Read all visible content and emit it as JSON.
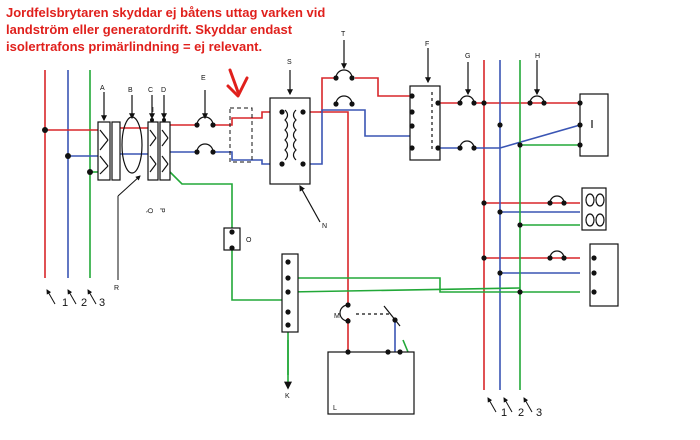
{
  "note": {
    "line1": "Jordfelsbrytaren skyddar ej båtens uttag varken vid",
    "line2": "landström eller generatordrift. Skyddar endast",
    "line3": "isolertrafons primärlindning = ej relevant."
  },
  "labels": {
    "A": "A",
    "B": "B",
    "C": "C",
    "D": "D",
    "E": "E",
    "F": "F",
    "G": "G",
    "H": "H",
    "I": "I",
    "K": "K",
    "L": "L",
    "M": "M",
    "N": "N",
    "O": "O",
    "P": "P",
    "Q": "Q",
    "R": "R",
    "S": "S",
    "T": "T"
  },
  "inputs_left": [
    "1",
    "2",
    "3"
  ],
  "inputs_right": [
    "1",
    "2",
    "3"
  ],
  "colors": {
    "phase": "#d8262a",
    "neutral": "#3a55b4",
    "earth": "#22a838",
    "line": "#111111",
    "annotation": "#e0201c"
  }
}
